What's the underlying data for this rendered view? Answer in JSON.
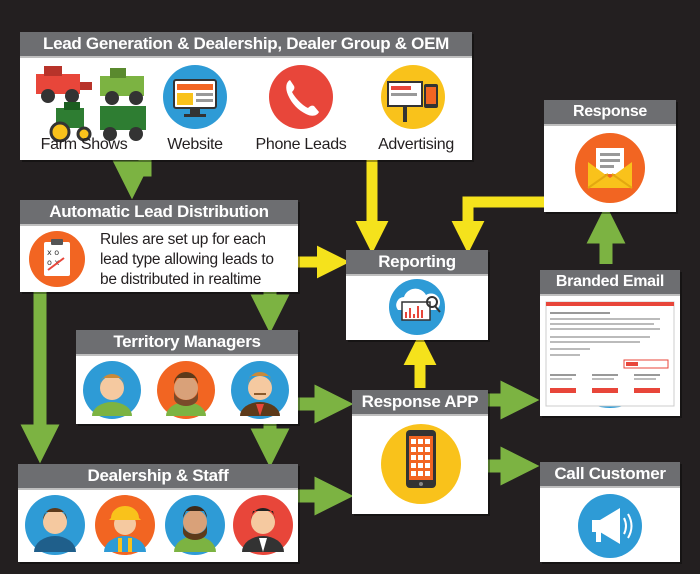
{
  "lead_generation": {
    "title": "Lead Generation & Dealership, Dealer Group & OEM",
    "items": [
      "Farm Shows",
      "Website",
      "Phone Leads",
      "Advertising"
    ]
  },
  "distribution": {
    "title": "Automatic Lead Distribution",
    "rules_text": "Rules are set up for each lead type allowing leads to be distributed in realtime"
  },
  "reporting": {
    "title": "Reporting"
  },
  "response_opened": {
    "title": "Response Opened"
  },
  "branded_email": {
    "title": "Branded Email"
  },
  "territory_managers": {
    "title": "Territory Managers"
  },
  "response_app": {
    "title": "Response APP"
  },
  "dealership_staff": {
    "title": "Dealership & Staff"
  },
  "call_customer": {
    "title": "Call Customer"
  },
  "colors": {
    "background": "#231f20",
    "header": "#6d6e71",
    "arrow_green": "#7cb342",
    "arrow_yellow": "#f5e21c",
    "accent_orange": "#f26522",
    "accent_red": "#e8463a",
    "icon_yellow": "#f9c21b",
    "icon_blue": "#2e9bd6"
  }
}
